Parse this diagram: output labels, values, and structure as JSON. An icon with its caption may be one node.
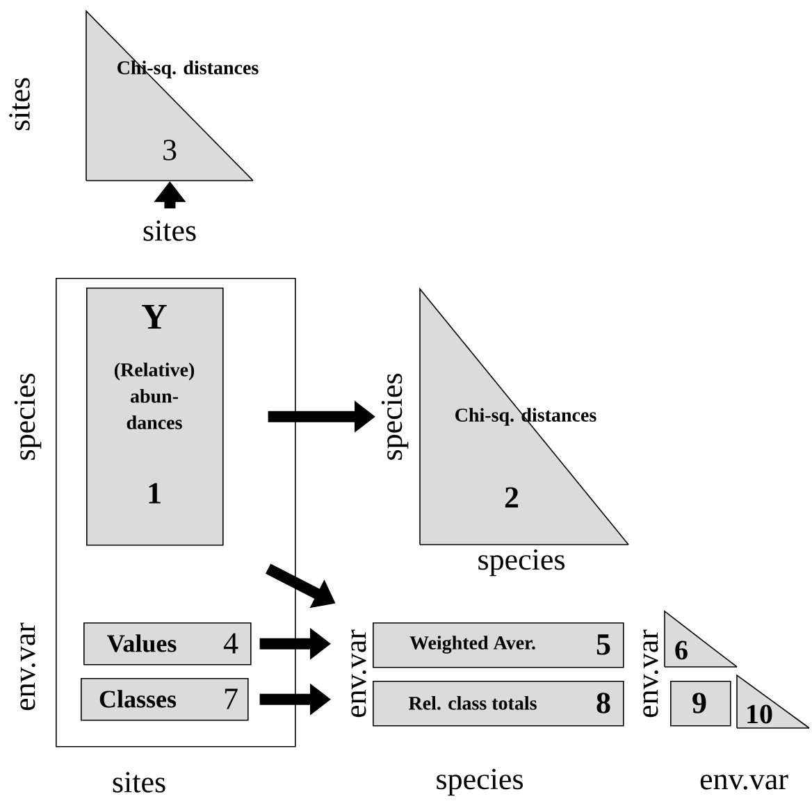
{
  "diagram": {
    "nodes": [
      {
        "text": [
          "Chi-sq. distances",
          "3"
        ]
      },
      {
        "text": [],
        "shape": "box"
      },
      {
        "text": [
          "Y",
          "(Relative) abun- dances",
          "1"
        ],
        "in": 1
      },
      {
        "text": [
          "Values",
          "4"
        ],
        "in": 1
      },
      {
        "text": [
          "Classes",
          "7"
        ],
        "in": 1
      },
      {
        "text": [
          "Chi-sq. distances",
          "2"
        ],
        "beside": [
          "species"
        ]
      },
      {
        "text": [
          "Weighted Aver.",
          "5"
        ]
      },
      {
        "text": [
          "6"
        ]
      },
      {
        "text": [
          "Rel. class totals",
          "8"
        ]
      },
      {
        "text": [
          "9"
        ]
      },
      {
        "text": [
          "10"
        ]
      },
      {
        "text": [
          "sites"
        ]
      }
    ],
    "edges": [
      {
        "from": 11,
        "to": 0,
        "arrow": "to"
      },
      {
        "from": 2,
        "to": 5,
        "arrow": "to"
      },
      {
        "from": 2,
        "to": 6,
        "arrow": "to"
      },
      {
        "from": 3,
        "to": 6,
        "arrow": "to"
      },
      {
        "from": 4,
        "to": 8,
        "arrow": "to"
      }
    ],
    "labels": [
      "sites",
      "species",
      "species",
      "env.var",
      "env.var",
      "env.var",
      "sites",
      "species",
      "env.var"
    ]
  }
}
